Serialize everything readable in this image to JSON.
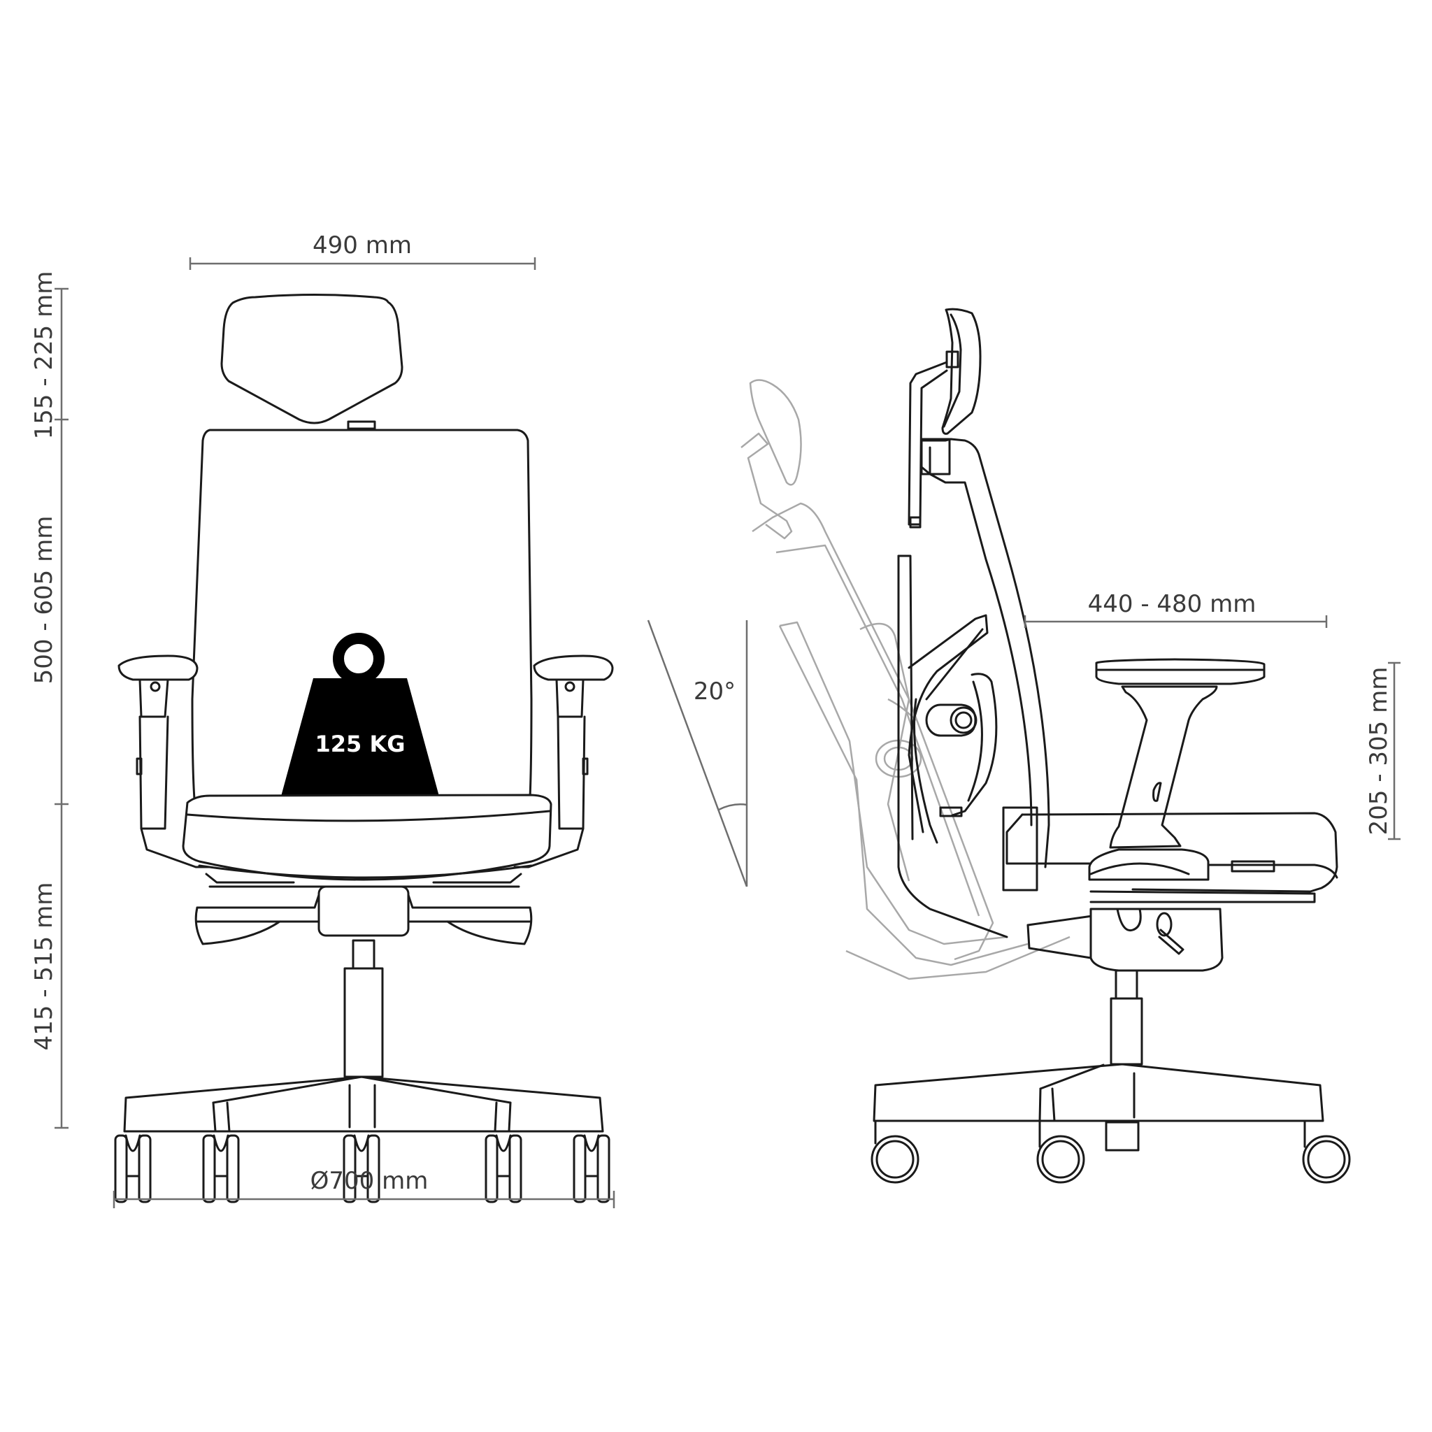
{
  "diagram": {
    "title": "Office chair dimension drawing",
    "colors": {
      "line": "#1a1a1a",
      "dimension": "#6e6e6e",
      "ghost": "#a8a8a8",
      "label": "#3a3a3a",
      "background": "#ffffff"
    },
    "front_view": {
      "width_label": "490 mm",
      "base_diameter_label": "Ø700 mm",
      "headrest_height_label": "155 - 225 mm",
      "backrest_height_label": "500 - 605 mm",
      "seat_height_label": "415 - 515 mm",
      "load_capacity_label": "125 KG"
    },
    "side_view": {
      "recline_angle_label": "20°",
      "seat_depth_label": "440 - 480 mm",
      "armrest_height_label": "205 - 305 mm"
    }
  }
}
